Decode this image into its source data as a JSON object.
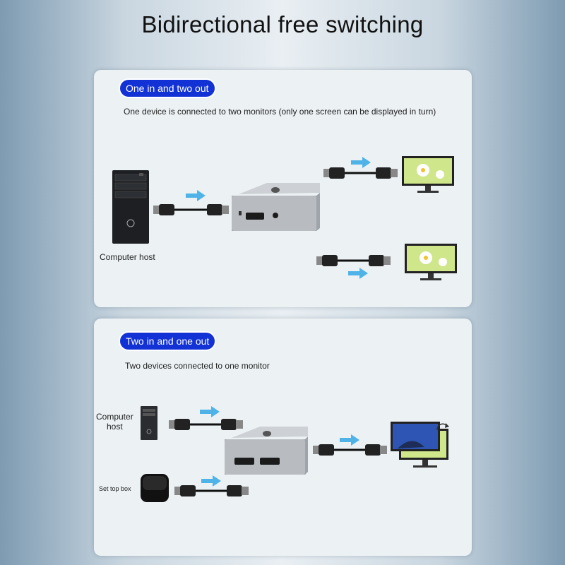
{
  "title": "Bidirectional free switching",
  "mode_one_in_two_out": {
    "badge": "One in and two out",
    "description": "One device is connected to two monitors (only one screen can be displayed in turn)",
    "source_label": "Computer host"
  },
  "mode_two_in_one_out": {
    "badge": "Two in and one out",
    "description": "Two devices connected to one monitor",
    "source1_label": "Computer host",
    "source2_label": "Set top box"
  },
  "colors": {
    "badge": "#1232d6",
    "arrow": "#4fb3e8",
    "panel": "#ecf1f4",
    "switch_body": "#b8bcc0"
  }
}
